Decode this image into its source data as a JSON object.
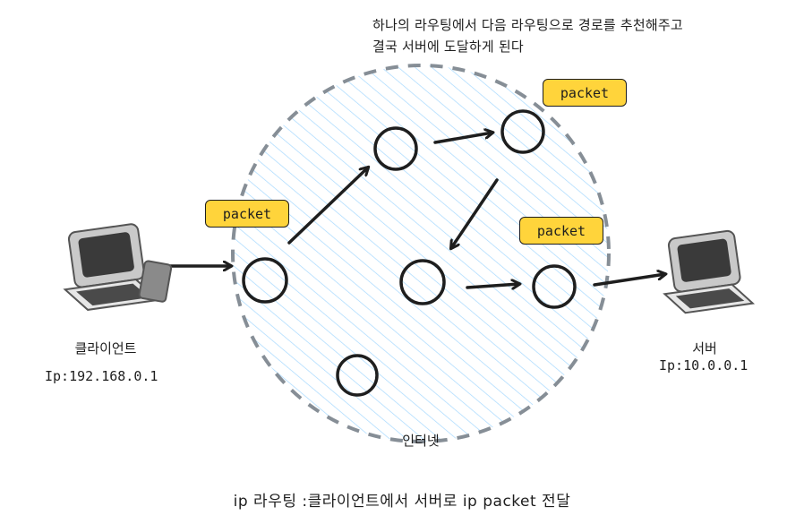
{
  "note": {
    "line1": "하나의 라우팅에서 다음 라우팅으로 경로를 추천해주고",
    "line2": "결국 서버에 도달하게 된다"
  },
  "packets": [
    "packet",
    "packet",
    "packet"
  ],
  "client": {
    "label": "클라이언트",
    "ip": "Ip:192.168.0.1"
  },
  "server": {
    "label": "서버",
    "ip": "Ip:10.0.0.1"
  },
  "internet": {
    "label": "인터넷"
  },
  "caption": "ip 라우팅 :클라이언트에서 서버로 ip packet 전달",
  "icons": {
    "client": "computer-icon",
    "server": "computer-icon"
  },
  "colors": {
    "badge": "#ffd43b",
    "hatch": "#a5d8ff",
    "dashed_border": "#868e96",
    "stroke": "#1e1e1e"
  }
}
